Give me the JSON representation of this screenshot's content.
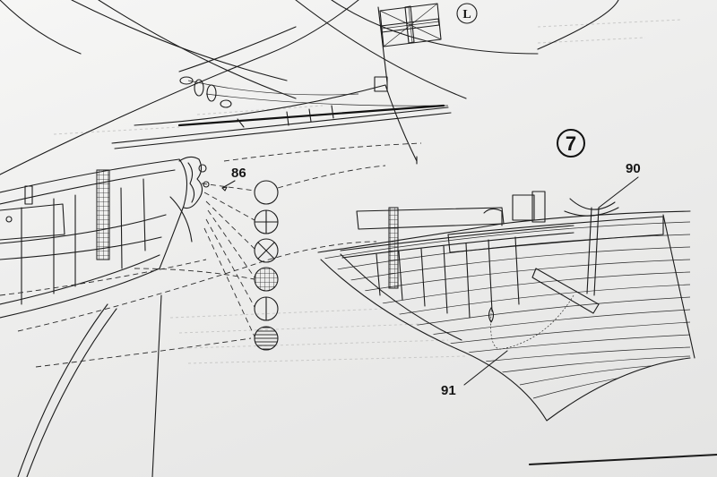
{
  "figure": {
    "step_number": "7",
    "flag_letter": "L",
    "callouts": [
      {
        "id": "86",
        "label": "86"
      },
      {
        "id": "90",
        "label": "90"
      },
      {
        "id": "91",
        "label": "91"
      }
    ],
    "legend_symbols": [
      {
        "pattern": "plain-circle-icon"
      },
      {
        "pattern": "cross-circle-icon"
      },
      {
        "pattern": "x-circle-icon"
      },
      {
        "pattern": "grid-circle-icon"
      },
      {
        "pattern": "vertical-line-circle-icon"
      },
      {
        "pattern": "horizontal-hatch-circle-icon"
      }
    ]
  }
}
